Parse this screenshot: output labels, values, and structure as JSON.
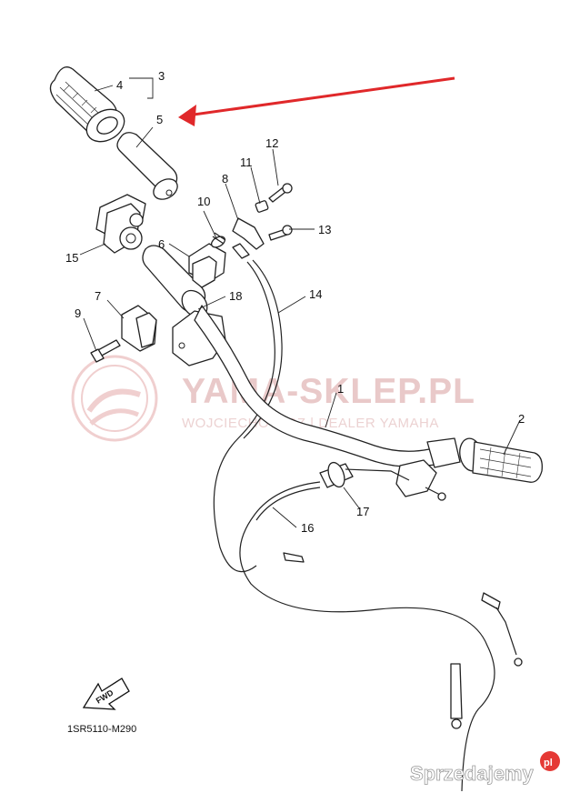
{
  "diagram": {
    "part_callouts": [
      "1",
      "2",
      "3",
      "4",
      "5",
      "6",
      "7",
      "8",
      "9",
      "10",
      "11",
      "12",
      "13",
      "14",
      "15",
      "16",
      "17",
      "18"
    ],
    "diagram_code": "1SR5110-M290",
    "fwd_label": "FWD",
    "watermark": {
      "title": "YAMA-SKLEP.PL",
      "subtitle": "WOJCIECHOWICZ | DEALER YAMAHA"
    },
    "brand_badge": {
      "text": "Sprzedajemy",
      "mark": "pl"
    },
    "colors": {
      "arrow": "#e0282a",
      "watermark": "#e9c9c9",
      "badge": "#e53935"
    }
  }
}
